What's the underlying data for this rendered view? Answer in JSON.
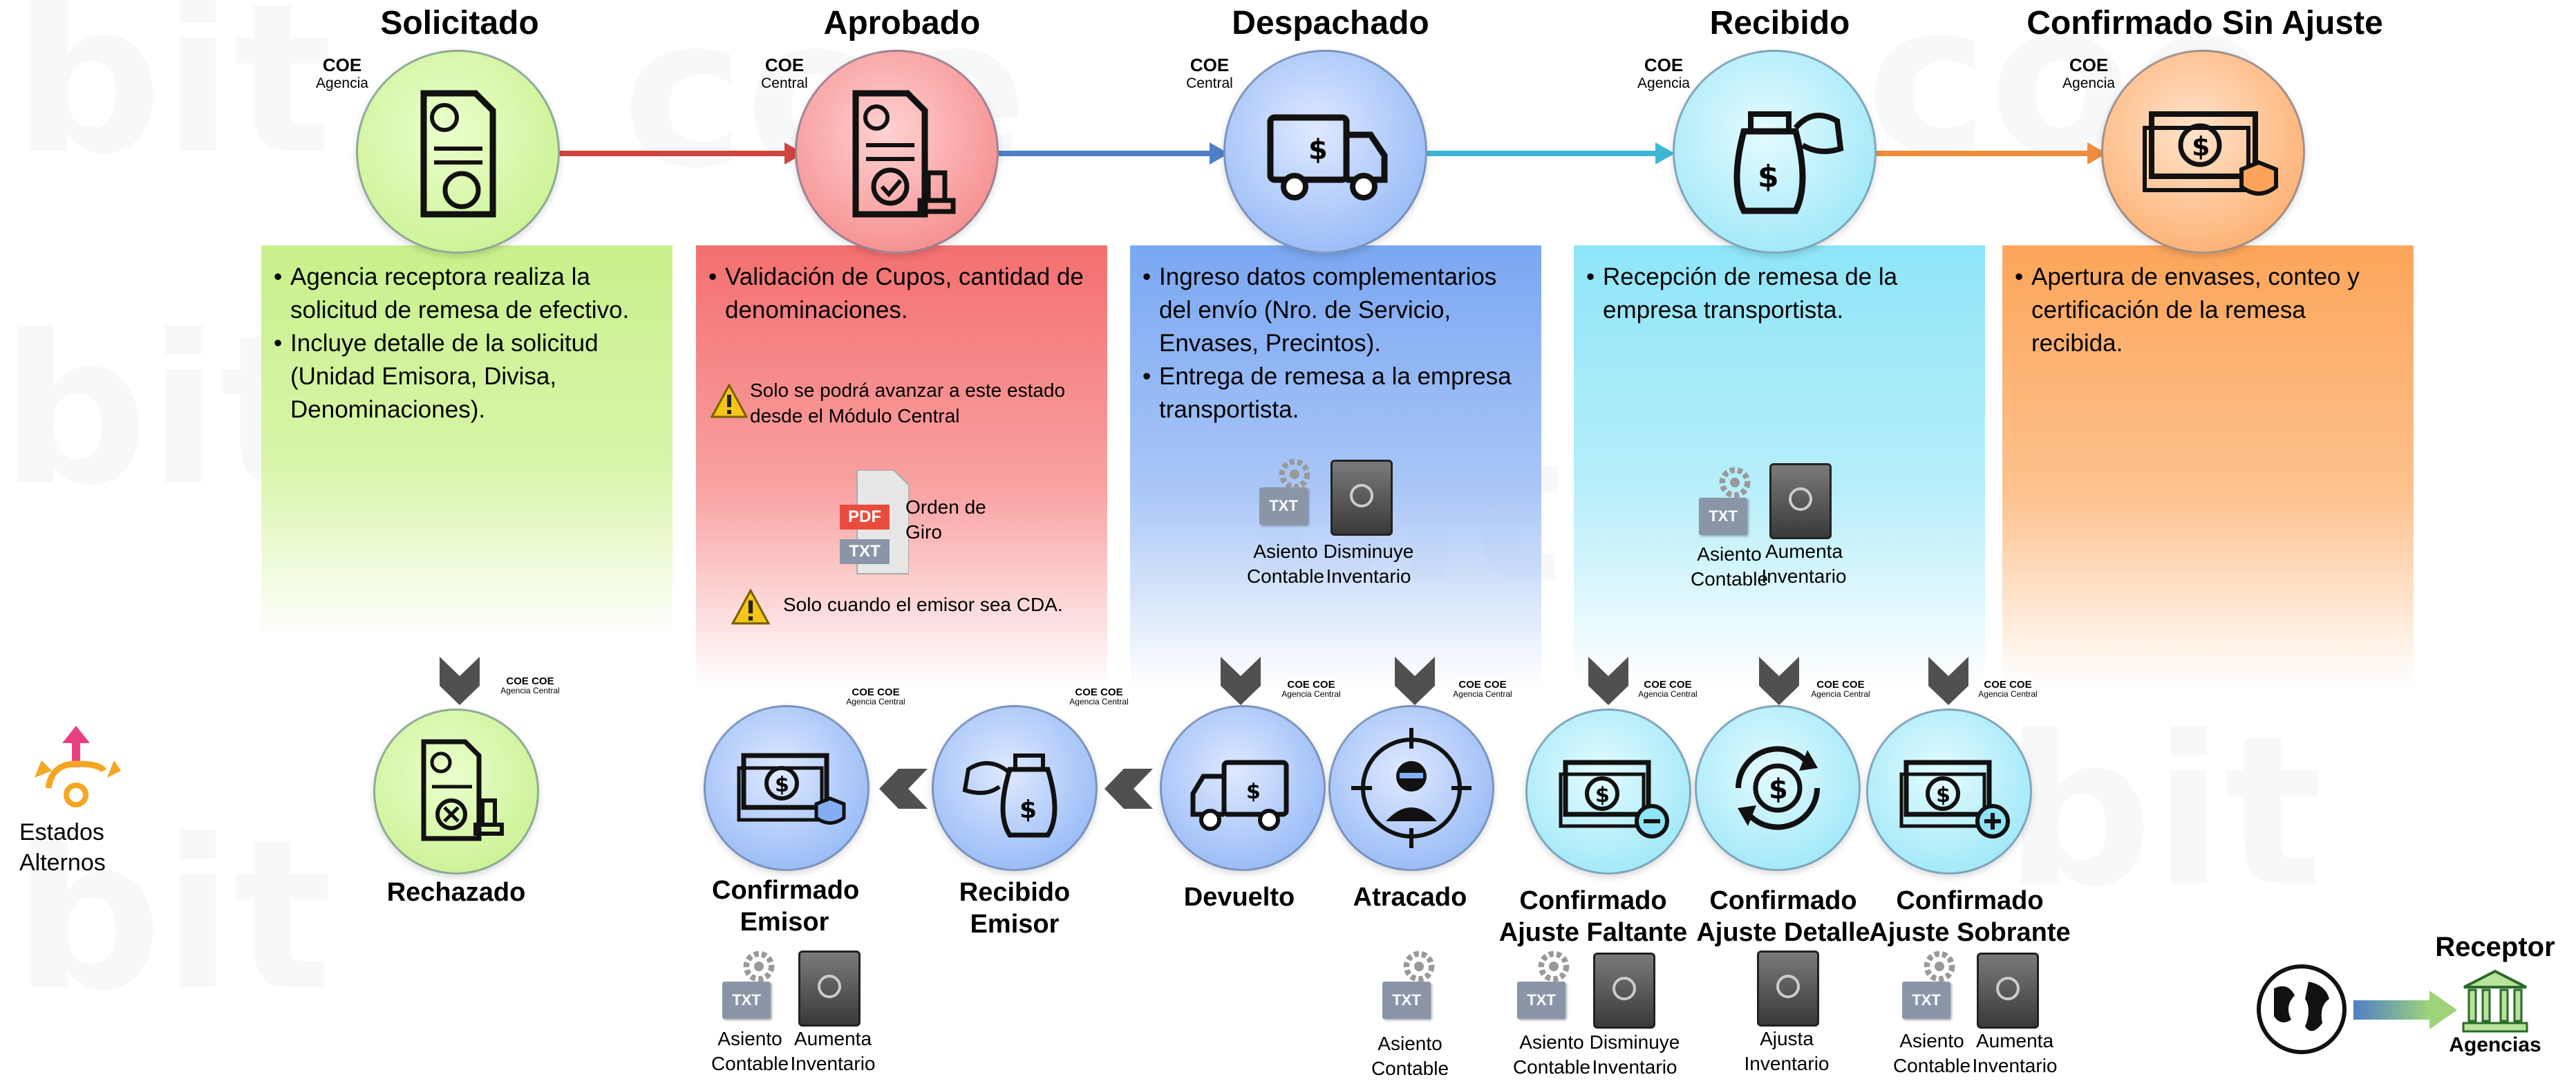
{
  "colors": {
    "green": "#c8f08c",
    "red": "#f46f6f",
    "blue": "#7aa7f2",
    "cyan": "#8ee5f8",
    "orange": "#fca55a",
    "arrow_red": "#d0453f",
    "arrow_blue": "#4f7fc7",
    "arrow_cyan": "#3fb6d6",
    "arrow_orange": "#f08c3c",
    "chevron": "#505050"
  },
  "states": [
    {
      "title": "Solicitado",
      "coe": "COE",
      "coe_sub": "Agencia",
      "icon": "document-form-icon"
    },
    {
      "title": "Aprobado",
      "coe": "COE",
      "coe_sub": "Central",
      "icon": "approved-document-stamp-icon"
    },
    {
      "title": "Despachado",
      "coe": "COE",
      "coe_sub": "Central",
      "icon": "delivery-truck-icon"
    },
    {
      "title": "Recibido",
      "coe": "COE",
      "coe_sub": "Agencia",
      "icon": "hand-money-bag-icon"
    },
    {
      "title": "Confirmado Sin Ajuste",
      "coe": "COE",
      "coe_sub": "Agencia",
      "icon": "cash-check-icon"
    }
  ],
  "panels": {
    "solicitado": [
      "Agencia receptora realiza la solicitud de remesa de efectivo.",
      "Incluye detalle de la solicitud (Unidad Emisora, Divisa, Denominaciones)."
    ],
    "aprobado": [
      "Validación de Cupos, cantidad de denominaciones."
    ],
    "aprobado_note1": "Solo se podrá avanzar a este estado desde el Módulo Central",
    "aprobado_doc": "Orden de Giro",
    "aprobado_note2": "Solo cuando el emisor sea CDA.",
    "despachado": [
      "Ingreso datos complementarios del envío (Nro. de Servicio, Envases, Precintos).",
      "Entrega de remesa a la empresa transportista."
    ],
    "recibido": [
      "Recepción de remesa de la empresa transportista."
    ],
    "confirmado": [
      "Apertura de envases, conteo y certificación de la remesa recibida."
    ]
  },
  "artifacts": {
    "pdf": "PDF",
    "txt": "TXT",
    "asiento_contable": "Asiento Contable",
    "disminuye_inventario": "Disminuye Inventario",
    "aumenta_inventario": "Aumenta Inventario",
    "ajusta_inventario": "Ajusta Inventario"
  },
  "alt_states": {
    "legend": "Estados Alternos",
    "coe_label": "COE COE",
    "coe_sub": "Agencia Central",
    "rechazado": "Rechazado",
    "confirmado_emisor": "Confirmado Emisor",
    "recibido_emisor": "Recibido Emisor",
    "devuelto": "Devuelto",
    "atracado": "Atracado",
    "ajuste_faltante": "Confirmado Ajuste Faltante",
    "ajuste_detalle": "Confirmado Ajuste Detalle",
    "ajuste_sobrante": "Confirmado Ajuste Sobrante"
  },
  "receptor": {
    "title": "Receptor",
    "label": "Agencias"
  }
}
